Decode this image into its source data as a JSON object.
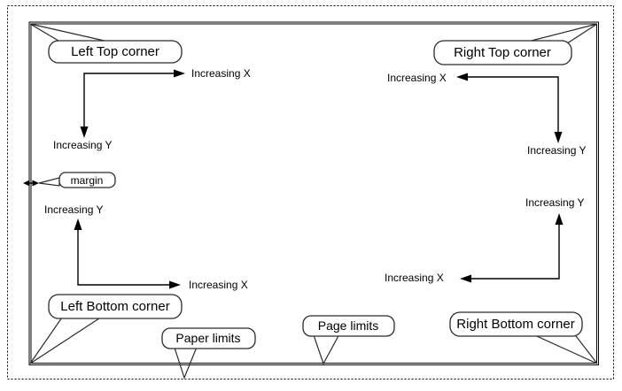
{
  "callouts": {
    "left_top": "Left Top corner",
    "right_top": "Right Top corner",
    "left_bottom": "Left Bottom corner",
    "right_bottom": "Right Bottom corner",
    "margin": "margin",
    "paper_limits": "Paper limits",
    "page_limits": "Page limits"
  },
  "axes": {
    "top_left": {
      "x": "Increasing X",
      "y": "Increasing Y"
    },
    "top_right": {
      "x": "Increasing X",
      "y": "Increasing Y"
    },
    "bottom_left": {
      "x": "Increasing X",
      "y": "Increasing Y"
    },
    "bottom_right": {
      "x": "Increasing X",
      "y": "Increasing Y"
    }
  },
  "colors": {
    "line": "#000000",
    "background": "#ffffff"
  }
}
